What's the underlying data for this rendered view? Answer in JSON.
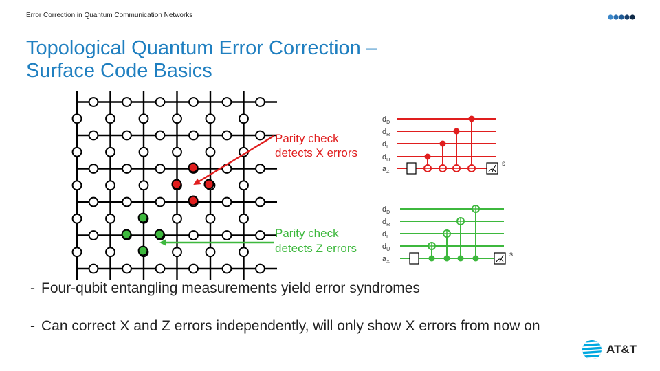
{
  "header": {
    "text": "Error Correction in Quantum Communication Networks"
  },
  "title": {
    "line1": "Topological Quantum Error Correction –",
    "line2": "Surface Code Basics"
  },
  "diagram": {
    "x_check": {
      "label_line1": "Parity check",
      "label_line2": "detects X errors",
      "color": "#e01e1e"
    },
    "z_check": {
      "label_line1": "Parity check",
      "label_line2": "detects Z errors",
      "color": "#3db83d"
    },
    "x_circuit": {
      "wires": [
        "d",
        "d",
        "d",
        "d",
        "a"
      ],
      "subs": [
        "D",
        "R",
        "L",
        "U",
        "Z"
      ],
      "output": "s"
    },
    "z_circuit": {
      "wires": [
        "d",
        "d",
        "d",
        "d",
        "a"
      ],
      "subs": [
        "D",
        "R",
        "L",
        "U",
        "X"
      ],
      "output": "s"
    }
  },
  "bullets": [
    "Four-qubit entangling measurements yield error syndromes",
    "Can correct X and Z errors independently, will only show X errors from now on"
  ],
  "logo": {
    "text": "AT&T",
    "color": "#00a8e0"
  }
}
